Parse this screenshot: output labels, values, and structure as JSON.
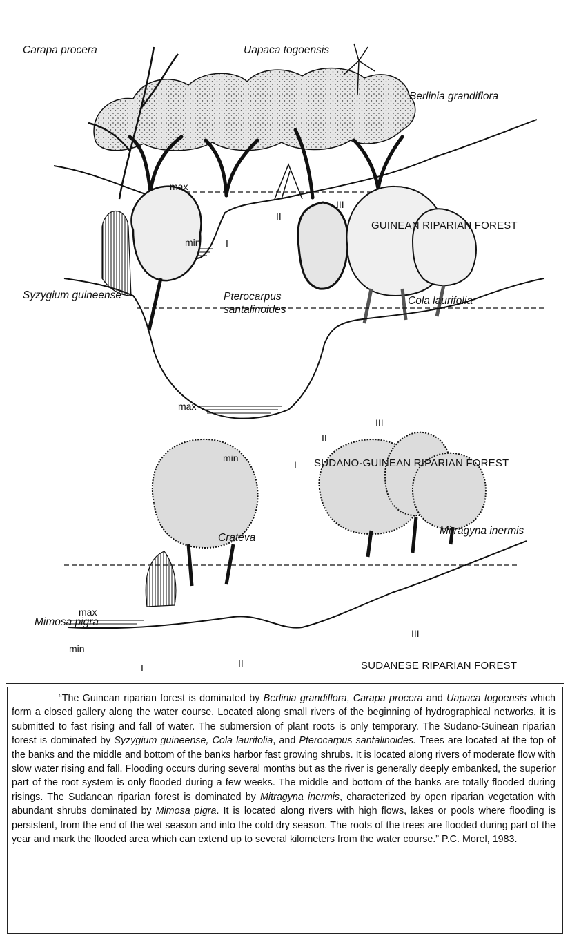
{
  "panels": [
    {
      "title": "GUINEAN RIPARIAN FOREST",
      "species": [
        "Carapa procera",
        "Uapaca togoensis",
        "Berlinia grandiflora"
      ],
      "levels": {
        "max": "max",
        "min": "min"
      },
      "zones": [
        "I",
        "II",
        "III"
      ]
    },
    {
      "title": "SUDANO-GUINEAN RIPARIAN FOREST",
      "species": [
        "Syzygium guineense",
        "Pterocarpus santalinoides",
        "Cola laurifolia"
      ],
      "levels": {
        "max": "max",
        "min": "min"
      },
      "zones": [
        "I",
        "II",
        "III"
      ]
    },
    {
      "title": "SUDANESE RIPARIAN FOREST",
      "species": [
        "Crateva",
        "Mitragyna inermis",
        "Mimosa pigra"
      ],
      "levels": {
        "max": "max",
        "min": "min"
      },
      "zones": [
        "I",
        "II",
        "III"
      ]
    }
  ],
  "caption": {
    "segments": [
      {
        "text": "“The Guinean riparian forest is dominated by ",
        "italic": false
      },
      {
        "text": "Berlinia grandiflora",
        "italic": true
      },
      {
        "text": ", ",
        "italic": false
      },
      {
        "text": "Carapa procera",
        "italic": true
      },
      {
        "text": " and ",
        "italic": false
      },
      {
        "text": "Uapaca togoensis",
        "italic": true
      },
      {
        "text": " which form a closed gallery along the water course. Located along small rivers of the beginning of hydrographical networks, it is submitted to fast rising and fall of water. The submersion of plant roots is only temporary. The Sudano-Guinean riparian forest is dominated by ",
        "italic": false
      },
      {
        "text": "Syzygium guineense, Cola laurifolia",
        "italic": true
      },
      {
        "text": ", and ",
        "italic": false
      },
      {
        "text": "Pterocarpus santalinoides.",
        "italic": true
      },
      {
        "text": " Trees are located at the top of the banks and the middle and bottom of the banks harbor fast growing shrubs. It is located along rivers of moderate flow with slow water rising and fall. Flooding occurs during several months but as the river is generally deeply embanked, the superior part of the root system is only flooded during a few weeks. The middle and bottom of the banks are totally flooded during risings. The Sudanean riparian forest is dominated by ",
        "italic": false
      },
      {
        "text": "Mitragyna inermis",
        "italic": true
      },
      {
        "text": ", characterized by open riparian vegetation with abundant shrubs dominated by ",
        "italic": false
      },
      {
        "text": "Mimosa pigra",
        "italic": true
      },
      {
        "text": ". It is located along rivers with  high flows, lakes or pools where flooding is persistent, from the end of the wet season and into the cold dry season. The roots of the trees are flooded during part of the year and mark the flooded area which can extend up to several kilometers from the water course.” P.C. Morel, 1983.",
        "italic": false
      }
    ]
  },
  "colors": {
    "ink": "#111111",
    "canopy_fill": "#d9d9d9",
    "background": "#ffffff"
  }
}
